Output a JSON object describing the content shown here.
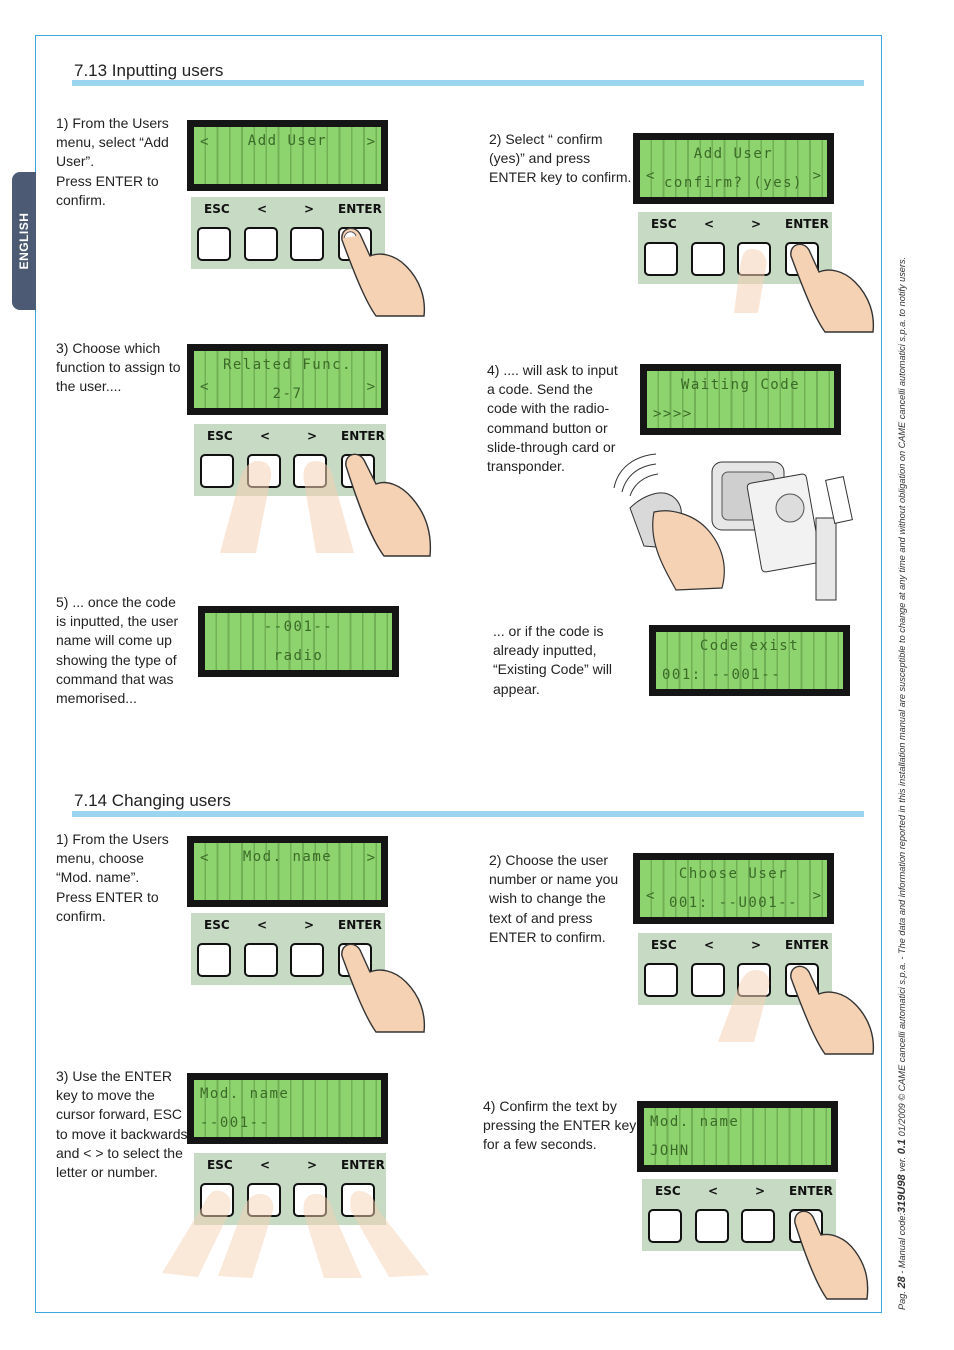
{
  "language_tab": "ENGLISH",
  "section1": {
    "title": "7.13 Inputting users",
    "steps": [
      {
        "text": "1) From the Users\nmenu, select “Add\nUser”.\nPress ENTER to\nconfirm.",
        "lcd1": "Add User",
        "lcd2": ""
      },
      {
        "text": "2) Select “ confirm\n(yes)” and press\nENTER key to confirm.",
        "lcd1": "Add User",
        "lcd2": "confirm? (yes)"
      },
      {
        "text": "3) Choose which\nfunction to assign to\nthe user....",
        "lcd1": "Related Func.",
        "lcd2": "2-7"
      },
      {
        "text": "4) .... will ask to input\na code. Send the\ncode with the radio-\ncommand button or\nslide-through card or\ntransponder.",
        "lcd1": "Waiting Code",
        "lcd2": ">>>>"
      },
      {
        "text": "5) ... once the code\nis inputted, the user\nname will come up\nshowing the type of\ncommand that was\nmemorised...",
        "lcd1": "--001--",
        "lcd2": "radio"
      },
      {
        "text": "... or if the code is\nalready inputted,\n“Existing Code” will\nappear.",
        "lcd1": "Code exist",
        "lcd2": "001: --001--"
      }
    ]
  },
  "section2": {
    "title": "7.14 Changing users",
    "steps": [
      {
        "text": "1) From the Users\nmenu, choose\n“Mod. name”.\nPress ENTER to\nconfirm.",
        "lcd1": "Mod. name",
        "lcd2": ""
      },
      {
        "text": "2) Choose the user\nnumber or name you\nwish to change the\ntext of and press\nENTER to confirm.",
        "lcd1": "Choose User",
        "lcd2": "001: --U001--"
      },
      {
        "text": "3) Use the ENTER\nkey to move the\ncursor forward, ESC\nto move it backwards\nand < > to select the\nletter or number.",
        "lcd1": "Mod. name",
        "lcd2": "--001--"
      },
      {
        "text": "4) Confirm the text by\npressing the ENTER key\nfor a few seconds.",
        "lcd1": "Mod. name",
        "lcd2": "JOHN"
      }
    ]
  },
  "arrows": {
    "left": "<",
    "right": ">"
  },
  "keypad": {
    "esc": "ESC",
    "left": "<",
    "right": ">",
    "enter": "ENTER"
  },
  "footer": {
    "page_prefix": "Pag.",
    "page_number": "28",
    "manual_code_label": "- Manual code:",
    "manual_code": "319U98",
    "version_label": "ver.",
    "version": "0.1",
    "legal": "01/2009 © CAME cancelli automatici s.p.a. - The data and information reported in this installation manual are susceptible to change at any time and without obligation on CAME cancelli automatici s.p.a. to notify users."
  },
  "colors": {
    "frame": "#3aa7dd",
    "title_bar": "#9cd5ef",
    "lcd_green": "#8ed46e",
    "keypad_bg": "#c6dac4",
    "tab": "#4c5b73"
  }
}
